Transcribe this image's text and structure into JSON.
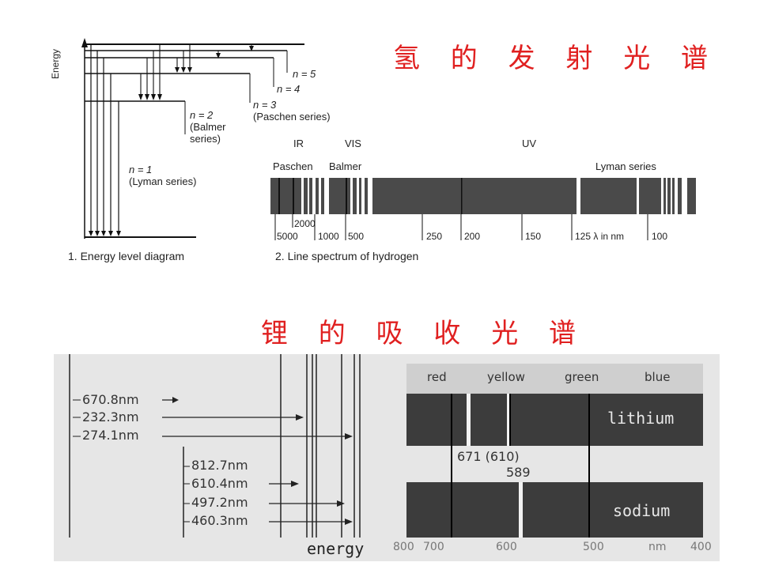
{
  "hydrogen": {
    "title": "氢 的 发 射 光 谱",
    "energy_axis_label": "Energy",
    "levels": [
      {
        "line1": "n = 5",
        "line2": ""
      },
      {
        "line1": "n = 4",
        "line2": ""
      },
      {
        "line1": "n = 3",
        "line2": "(Paschen series)"
      },
      {
        "line1": "n = 2",
        "line2": "(Balmer",
        "line3": "series)"
      },
      {
        "line1": "n = 1",
        "line2": "(Lyman series)"
      }
    ],
    "region_labels": [
      "IR",
      "VIS",
      "UV"
    ],
    "series_labels": {
      "paschen": "Paschen",
      "balmer": "Balmer",
      "lyman": "Lyman series"
    },
    "ticks": [
      "5000",
      "2000",
      "1000",
      "500",
      "250",
      "200",
      "150",
      "125 λ in nm",
      "100"
    ],
    "caption1": "1.  Energy level diagram",
    "caption2": "2.  Line spectrum of hydrogen"
  },
  "lithium": {
    "title": "锂 的 吸 收 光 谱",
    "left_wavelengths": [
      "670.8nm",
      "232.3nm",
      "274.1nm"
    ],
    "right_wavelengths": [
      "812.7nm",
      "610.4nm",
      "497.2nm",
      "460.3nm"
    ],
    "energy_label": "energy",
    "color_labels": [
      "red",
      "yellow",
      "green",
      "blue"
    ],
    "element_labels": {
      "lithium": "lithium",
      "sodium": "sodium"
    },
    "line_labels": {
      "li": "671 (610)",
      "na": "589"
    },
    "scale": [
      "800",
      "700",
      "600",
      "500",
      "nm",
      "400"
    ]
  }
}
